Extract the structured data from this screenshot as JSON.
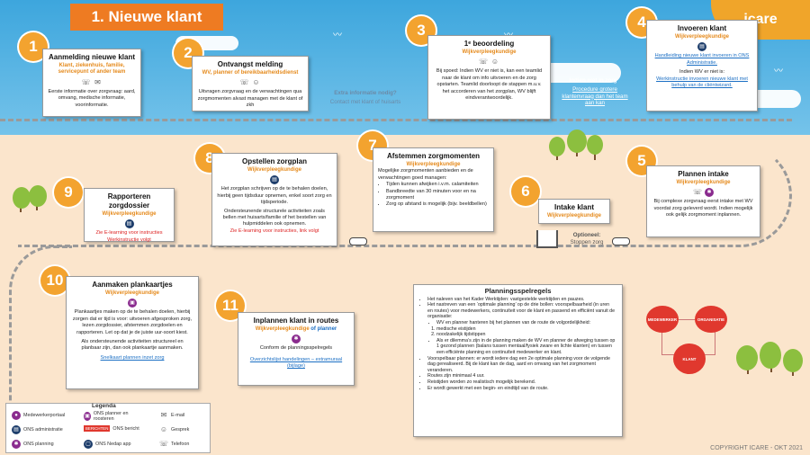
{
  "title": "1. Nieuwe klant",
  "logo": "icare",
  "steps": {
    "s1": {
      "num": "1",
      "title": "Aanmelding nieuwe klant",
      "role": "Klant, ziekenhuis, familie, servicepunt of ander team",
      "body": "Eerste informatie over zorgvraag: aard, omvang, medische informatie, voorinformatie."
    },
    "s2": {
      "num": "2",
      "title": "Ontvangst melding",
      "role": "WV, planner of bereikbaarheidsdienst",
      "body": "Uitvragen zorgvraag en de verwachtingen qua zorgmomenten alvast managen met de klant of zkh"
    },
    "s3": {
      "num": "3",
      "title": "1ᵉ beoordeling",
      "role": "Wijkverpleegkundige",
      "body": "Bij spoed: Indien WV er niet is, kan een teamlid naar de klant om info uitvoeren en de zorg opstarten. Teamlid doorloopt de stappen m.u.v. het accorderen van het zorgplan, WV blijft eindverantwoordelijk."
    },
    "s4": {
      "num": "4",
      "title": "Invoeren klant",
      "role": "Wijkverpleegkundige",
      "link1": "Handleiding nieuwe klant invoeren in ONS Administratie.",
      "mid": "Indien WV er niet is:",
      "link2": "Werkinstructie invoeren nieuwe klant met behulp van de cliëntwizard."
    },
    "s5": {
      "num": "5",
      "title": "Plannen intake",
      "role": "Wijkverpleegkundige",
      "body": "Bij complexe zorgvraag eerst intake met WV voordat zorg geleverd wordt. Indien mogelijk ook gelijk zorgmoment inplannen."
    },
    "s6": {
      "num": "6",
      "title": "Intake klant",
      "role": "Wijkverpleegkundige"
    },
    "s7": {
      "num": "7",
      "title": "Afstemmen zorgmomenten",
      "role": "Wijkverpleegkundige",
      "intro": "Mogelijke zorgmomenten aanbieden en de verwachtingen goed managen:",
      "bullets": [
        "Tijden kunnen afwijken i.v.m. calamiteiten",
        "Bandbreedte van 30 minuten voor en na zorgmoment",
        "Zorg op afstand is mogelijk (bijv. beeldbellen)"
      ]
    },
    "s8": {
      "num": "8",
      "title": "Opstellen zorgplan",
      "role": "Wijkverpleegkundige",
      "body1": "Het zorgplan schrijven op de te behalen doelen, hierbij geen tijdsduur opnemen, enkel soort zorg en tijdsperiode.",
      "body2": "Ondersteunende structurele activiteiten zoals bellen met huisarts/familie of het bestellen van hulpmiddelen ook opnemen.",
      "red": "Zie E-learning voor instructies, link volgt"
    },
    "s9": {
      "num": "9",
      "title": "Rapporteren zorgdossier",
      "role": "Wijkverpleegkundige",
      "red1": "Zie E-learning voor instructies",
      "red2": "Werkinstructie volgt"
    },
    "s10": {
      "num": "10",
      "title": "Aanmaken plankaartjes",
      "role": "Wijkverpleegkundige",
      "body1": "Plankaartjes maken op de te behalen doelen, hierbij zorgen dat er tijd is voor: uitvoeren afgesproken zorg, lezen zorgdossier, afstemmen zorgdoelen en rapporteren. Let op dat je de juiste uur-soort kiest.",
      "body2": "Als ondersteunende activiteiten structureel en planbaar zijn, dan ook plankaartje aanmaken.",
      "link": "Snelkaart plannen inzet zorg"
    },
    "s11": {
      "num": "11",
      "title": "Inplannen klant in routes",
      "role": "Wijkverpleegkundige",
      "role2": "of planner",
      "body": "Conform de planningsspelregels",
      "link": "Overzichtslijst handelingen – extramuraal (bijlage)"
    }
  },
  "notes": {
    "extra": "Extra informatie nodig?",
    "contact": "Contact met klant of huisarts",
    "niet_title": "Indien niet in zorg",
    "niet_link": "Procedure grotere klantenvraag dan het team aan kan",
    "optioneel": "Optioneel:",
    "stoppen": "Stoppen zorg"
  },
  "planning": {
    "title": "Planningsspelregels",
    "b1": "Het naleven van het Kader Werktijden: vastgestelde werktijden en pauzes.",
    "b2": "Het nastreven van een ‘optimale planning’ op de drie bollen: voorspelbaarheid (in uren en routes) voor medewerkers, continuïteit voor de klant en passend en efficiënt vanuit de organisatie:",
    "sb1": "WV en planner hanteren bij het plannen van de route de volgordelijkheid:",
    "ol1": "medische eistijden",
    "ol2": "noodzakelijk tijdstippen",
    "sb2": "Als er dilemma’s zijn in de planning maken de WV en planner de afweging tussen op 1 gezond plannen (balans tussen mentaal/fysiek zware en lichte klanten) en tussen een efficiënte planning en continuïteit medewerker en klant.",
    "b3": "Voorspelbaar plannen: er wordt iedere dag een 2e optimale planning voor de volgende dag gerealiseerd. Bij de klant kan de dag, aard en omvang van het zorgmoment veranderen.",
    "b4": "Routes zijn minimaal 4 uur.",
    "b5": "Reistijden worden zo realistisch mogelijk berekend.",
    "b6": "Er wordt gewerkt met een begin- en eindtijd van de route."
  },
  "bubbles": {
    "a": "MEDEWERKER",
    "b": "ORGANISATIE",
    "c": "KLANT"
  },
  "legend": {
    "title": "Legenda",
    "items": [
      "Medewerkerportaal",
      "ONS administratie",
      "ONS planning",
      "ONS planner en roosteren",
      "BERICHTEN",
      "ONS bericht",
      "ONS Nedap app",
      "E-mail",
      "Gesprek",
      "Telefoon"
    ]
  },
  "copyright": "COPYRIGHT ICARE - OKT 2021",
  "colors": {
    "sky": "#3da6dd",
    "orange": "#f3a32f",
    "banner": "#ee7b22",
    "ground": "#fbe5cc",
    "role": "#e58a1c"
  }
}
